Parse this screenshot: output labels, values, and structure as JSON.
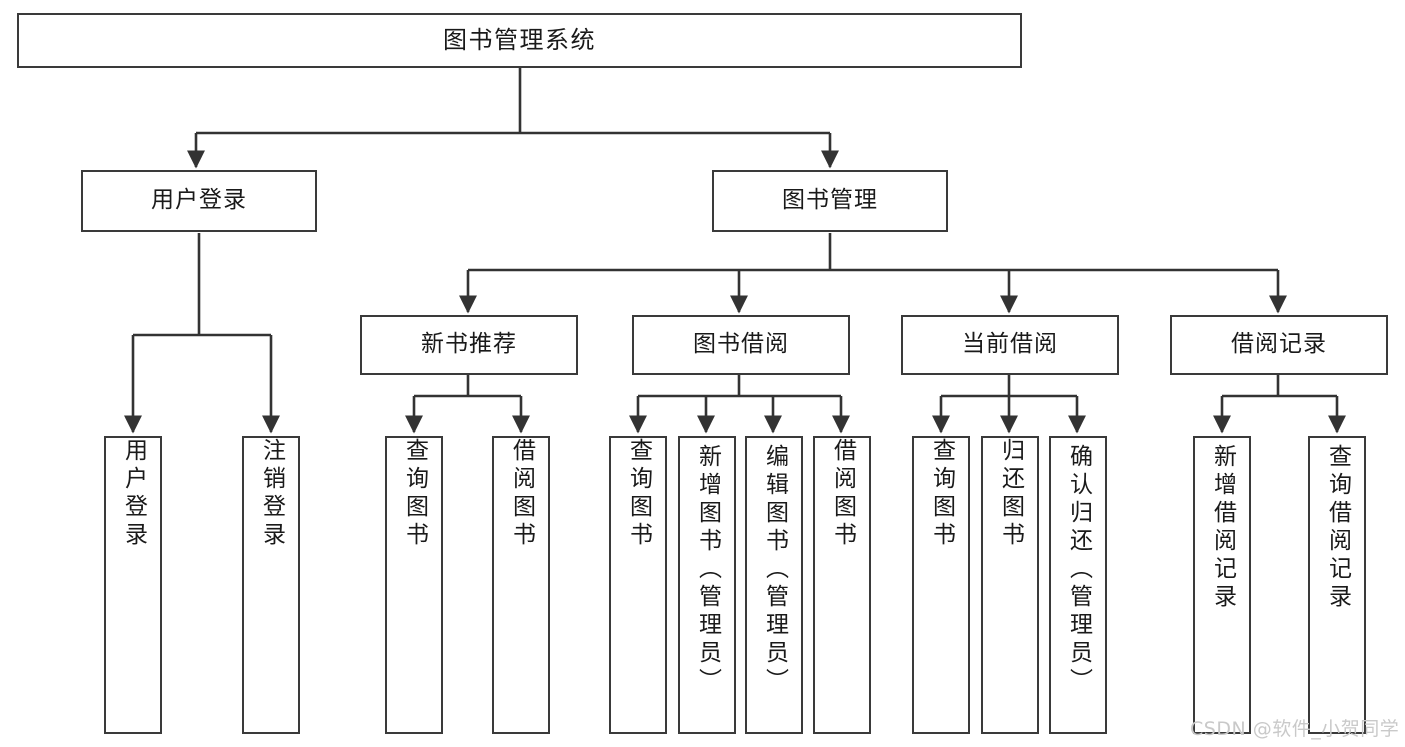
{
  "diagram": {
    "title": "图书管理系统",
    "type": "tree",
    "watermark": "CSDN @软件_小贺同学",
    "colors": {
      "box_border": "#3a3a3a",
      "box_fill": "#ffffff",
      "connector": "#333333",
      "text": "#1a1a1a",
      "watermark": "#c9c9c9"
    },
    "levels": {
      "root": "图书管理系统",
      "level2": [
        "用户登录",
        "图书管理"
      ],
      "level3": [
        "新书推荐",
        "图书借阅",
        "当前借阅",
        "借阅记录"
      ]
    },
    "nodes": {
      "root": {
        "label": "图书管理系统"
      },
      "user_login": {
        "label": "用户登录"
      },
      "book_manage": {
        "label": "图书管理"
      },
      "new_book_rec": {
        "label": "新书推荐"
      },
      "book_borrow": {
        "label": "图书借阅"
      },
      "current_borrow": {
        "label": "当前借阅"
      },
      "borrow_record": {
        "label": "借阅记录"
      },
      "leaf_user_login": {
        "label": "用户登录"
      },
      "leaf_logout": {
        "label": "注销登录"
      },
      "leaf_query_book_1": {
        "label": "查询图书"
      },
      "leaf_borrow_book_1": {
        "label": "借阅图书"
      },
      "leaf_query_book_2": {
        "label": "查询图书"
      },
      "leaf_add_book": {
        "label": "新增图书（管理员）"
      },
      "leaf_edit_book": {
        "label": "编辑图书（管理员）"
      },
      "leaf_borrow_book_2": {
        "label": "借阅图书"
      },
      "leaf_query_book_3": {
        "label": "查询图书"
      },
      "leaf_return_book": {
        "label": "归还图书"
      },
      "leaf_confirm_return": {
        "label": "确认归还（管理员）"
      },
      "leaf_add_record": {
        "label": "新增借阅记录"
      },
      "leaf_query_record": {
        "label": "查询借阅记录"
      }
    },
    "edges": [
      {
        "from": "root",
        "to": "user_login"
      },
      {
        "from": "root",
        "to": "book_manage"
      },
      {
        "from": "user_login",
        "to": "leaf_user_login"
      },
      {
        "from": "user_login",
        "to": "leaf_logout"
      },
      {
        "from": "book_manage",
        "to": "new_book_rec"
      },
      {
        "from": "book_manage",
        "to": "book_borrow"
      },
      {
        "from": "book_manage",
        "to": "current_borrow"
      },
      {
        "from": "book_manage",
        "to": "borrow_record"
      },
      {
        "from": "new_book_rec",
        "to": "leaf_query_book_1"
      },
      {
        "from": "new_book_rec",
        "to": "leaf_borrow_book_1"
      },
      {
        "from": "book_borrow",
        "to": "leaf_query_book_2"
      },
      {
        "from": "book_borrow",
        "to": "leaf_add_book"
      },
      {
        "from": "book_borrow",
        "to": "leaf_edit_book"
      },
      {
        "from": "book_borrow",
        "to": "leaf_borrow_book_2"
      },
      {
        "from": "current_borrow",
        "to": "leaf_query_book_3"
      },
      {
        "from": "current_borrow",
        "to": "leaf_return_book"
      },
      {
        "from": "current_borrow",
        "to": "leaf_confirm_return"
      },
      {
        "from": "borrow_record",
        "to": "leaf_add_record"
      },
      {
        "from": "borrow_record",
        "to": "leaf_query_record"
      }
    ]
  }
}
